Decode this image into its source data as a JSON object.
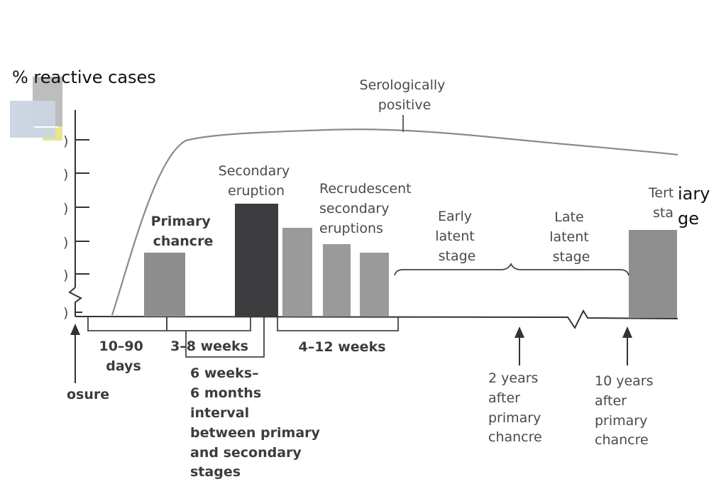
{
  "slide": {
    "y_axis_label": "% reactive cases",
    "right_label_fragment_1": "iary",
    "right_label_fragment_2": "ge",
    "colors": {
      "bar_gray": "#8f8f8f",
      "bar_dark": "#3d3d40",
      "curve": "#8a8a8a"
    }
  },
  "figure": {
    "serology_curve_label": [
      "Serologically",
      "positive"
    ],
    "stages": [
      {
        "id": "primary",
        "label": [
          "Primary",
          "chancre"
        ]
      },
      {
        "id": "secondary",
        "label": [
          "Secondary",
          "eruption"
        ]
      },
      {
        "id": "recrudescent",
        "label": [
          "Recrudescent",
          "secondary",
          "eruptions"
        ]
      },
      {
        "id": "early-latent",
        "label": [
          "Early",
          "latent",
          "stage"
        ]
      },
      {
        "id": "late-latent",
        "label": [
          "Late",
          "latent",
          "stage"
        ]
      },
      {
        "id": "tertiary",
        "label": [
          "Tert",
          "sta"
        ]
      }
    ],
    "intervals": [
      {
        "id": "10-90",
        "label": [
          "10–90",
          "days"
        ]
      },
      {
        "id": "3-8",
        "label": [
          "3–8 weeks"
        ]
      },
      {
        "id": "6w-6m",
        "label": [
          "6 weeks–",
          "6 months",
          "interval",
          "between primary",
          "and secondary",
          "stages"
        ]
      },
      {
        "id": "4-12",
        "label": [
          "4–12 weeks"
        ]
      }
    ],
    "markers": [
      {
        "id": "exposure",
        "label": [
          "osure"
        ]
      },
      {
        "id": "2-years",
        "label": [
          "2 years",
          "after",
          "primary",
          "chancre"
        ]
      },
      {
        "id": "10-years",
        "label": [
          "10 years",
          "after",
          "primary",
          "chancre"
        ]
      }
    ]
  }
}
